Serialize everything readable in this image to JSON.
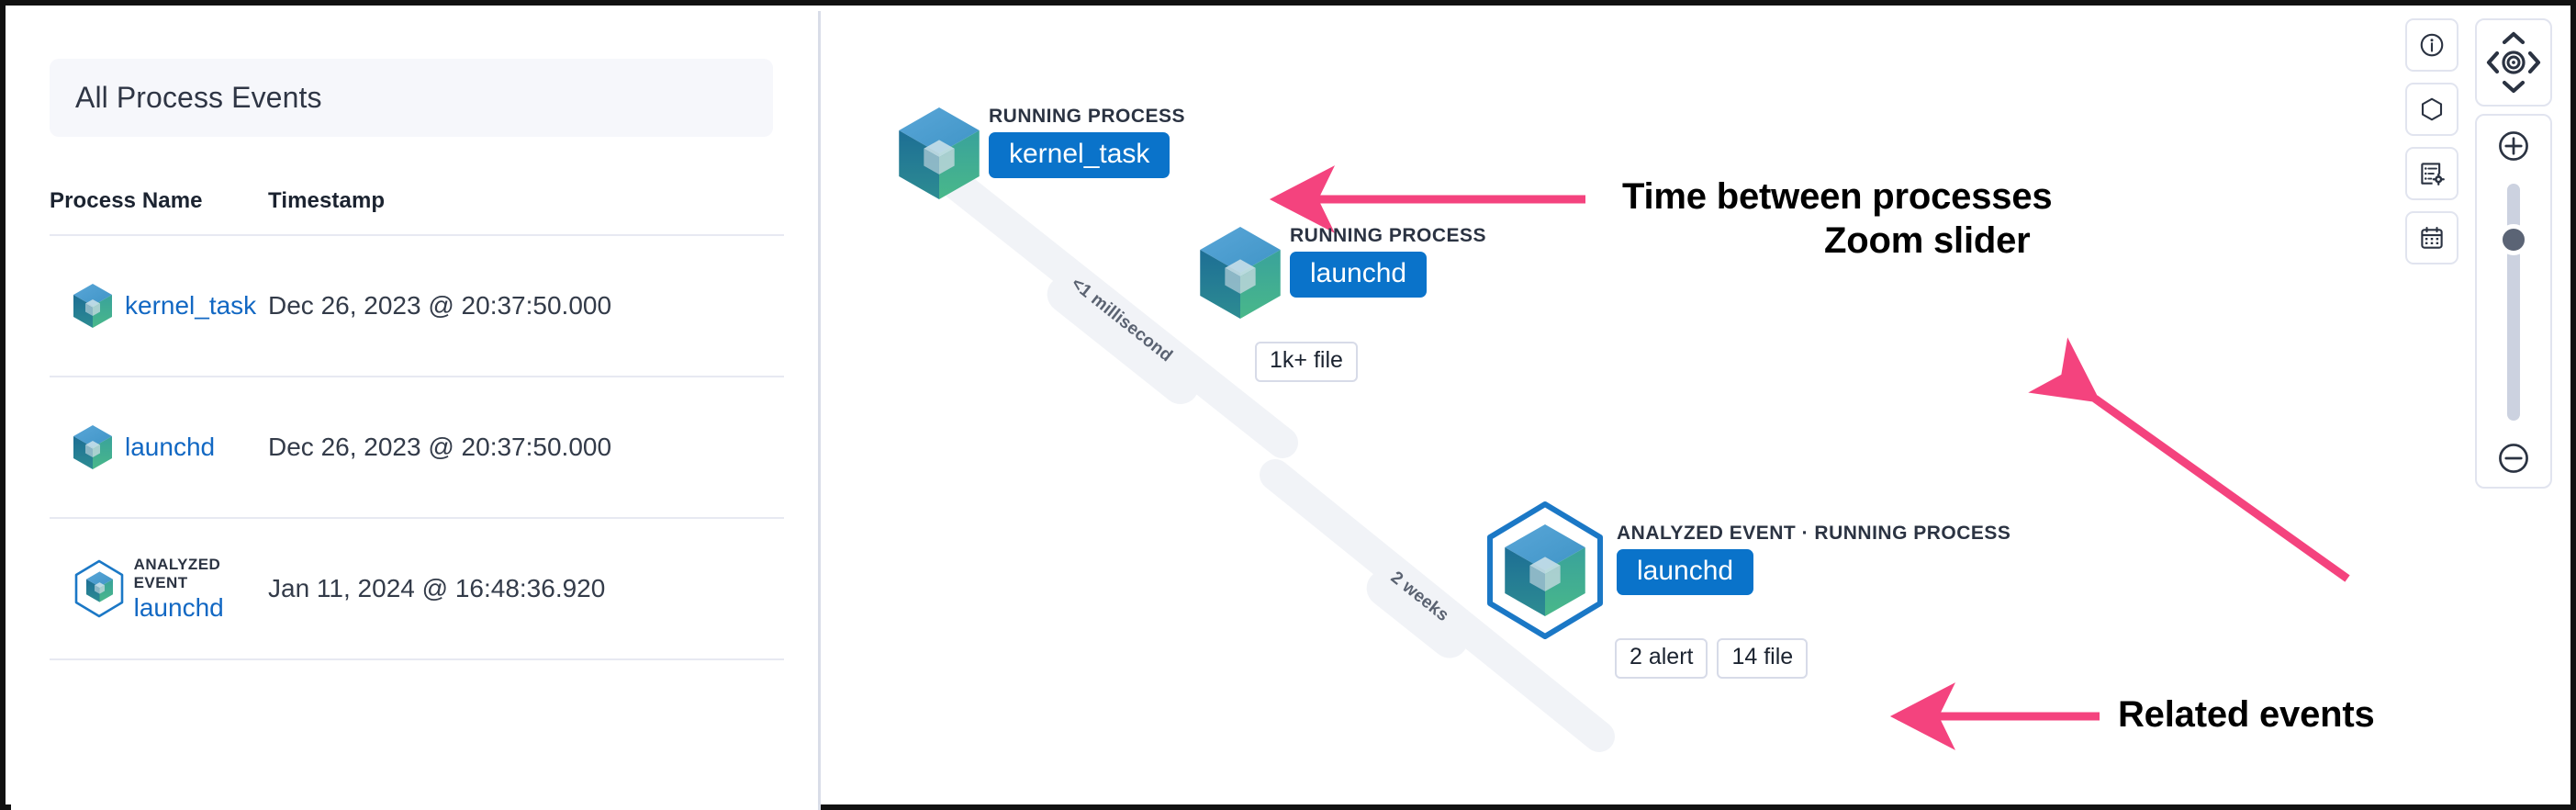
{
  "left_panel": {
    "title": "All Process Events",
    "table": {
      "columns": [
        "Process Name",
        "Timestamp"
      ],
      "rows": [
        {
          "kicker": "",
          "process_name": "kernel_task",
          "timestamp": "Dec 26, 2023 @ 20:37:50.000",
          "icon": "process-cube-icon",
          "analyzed": false
        },
        {
          "kicker": "",
          "process_name": "launchd",
          "timestamp": "Dec 26, 2023 @ 20:37:50.000",
          "icon": "process-cube-icon",
          "analyzed": false
        },
        {
          "kicker": "ANALYZED EVENT",
          "process_name": "launchd",
          "timestamp": "Jan 11, 2024 @ 16:48:36.920",
          "icon": "process-cube-hexagon-icon",
          "analyzed": true
        }
      ]
    }
  },
  "graph": {
    "nodes": [
      {
        "kicker": "RUNNING PROCESS",
        "chip": "kernel_task",
        "icon": "process-cube-icon",
        "analyzed": false,
        "badges": []
      },
      {
        "kicker": "RUNNING PROCESS",
        "chip": "launchd",
        "icon": "process-cube-icon",
        "analyzed": false,
        "badges": [
          "1k+ file"
        ]
      },
      {
        "kicker": "ANALYZED EVENT · RUNNING PROCESS",
        "chip": "launchd",
        "icon": "process-cube-hexagon-icon",
        "analyzed": true,
        "badges": [
          "2 alert",
          "14 file"
        ]
      }
    ],
    "edges": [
      {
        "label": "<1 millisecond"
      },
      {
        "label": "2 weeks"
      }
    ]
  },
  "annotations": [
    {
      "text": "Zoom slider",
      "target": "zoom-slider"
    },
    {
      "text": "Time between processes",
      "target": "edge-time-label"
    },
    {
      "text": "Related events",
      "target": "related-event-badges"
    }
  ],
  "controls": {
    "left_buttons": [
      {
        "icon": "info-circle-icon",
        "name": "info-button"
      },
      {
        "icon": "hexagon-icon",
        "name": "node-shape-button"
      },
      {
        "icon": "list-settings-icon",
        "name": "legend-settings-button"
      },
      {
        "icon": "calendar-icon",
        "name": "date-picker-button"
      }
    ],
    "nav_pad": {
      "up": "chevron-up-icon",
      "down": "chevron-down-icon",
      "left": "chevron-left-icon",
      "right": "chevron-right-icon",
      "center": "center-target-icon"
    },
    "zoom": {
      "in": "plus-circle-icon",
      "out": "minus-circle-icon",
      "slider": "zoom-slider-thumb"
    }
  },
  "colors": {
    "accent_blue": "#0a73ca",
    "link_blue": "#1268c3",
    "annotation_pink": "#f4437e",
    "edge_gray": "#f1f3f7",
    "panel_bg": "#f6f7fb",
    "cube_top": "#4e9ad0",
    "cube_left": "#1f6f96",
    "cube_right": "#3fae92"
  }
}
